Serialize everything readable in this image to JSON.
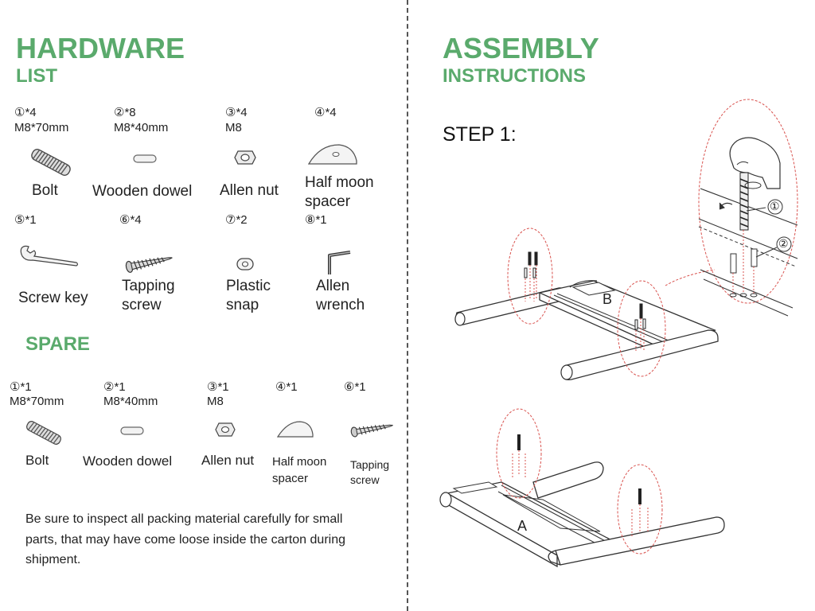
{
  "left": {
    "title_line1": "HARDWARE",
    "title_line2": "LIST",
    "hardware": [
      {
        "qty": "①*4",
        "size": "M8*70mm",
        "name": "Bolt",
        "icon": "bolt-icon"
      },
      {
        "qty": "②*8",
        "size": "M8*40mm",
        "name": "Wooden dowel",
        "icon": "dowel-icon"
      },
      {
        "qty": "③*4",
        "size": "M8",
        "name": "Allen nut",
        "icon": "nut-icon"
      },
      {
        "qty": "④*4",
        "size": "",
        "name_line1": "Half moon",
        "name_line2": "spacer",
        "icon": "half-moon-spacer-icon"
      },
      {
        "qty": "⑤*1",
        "name": "Screw key",
        "icon": "screw-key-icon"
      },
      {
        "qty": "⑥*4",
        "name_line1": "Tapping",
        "name_line2": "screw",
        "icon": "tapping-screw-icon"
      },
      {
        "qty": "⑦*2",
        "name_line1": "Plastic",
        "name_line2": "snap",
        "icon": "plastic-snap-icon"
      },
      {
        "qty": "⑧*1",
        "name_line1": "Allen",
        "name_line2": "wrench",
        "icon": "allen-wrench-icon"
      }
    ],
    "spare_title": "SPARE",
    "spare": [
      {
        "qty": "①*1",
        "size": "M8*70mm",
        "name": "Bolt"
      },
      {
        "qty": "②*1",
        "size": "M8*40mm",
        "name": "Wooden dowel"
      },
      {
        "qty": "③*1",
        "size": "M8",
        "name": "Allen nut"
      },
      {
        "qty": "④*1",
        "name_line1": "Half moon",
        "name_line2": "spacer"
      },
      {
        "qty": "⑥*1",
        "name_line1": "Tapping",
        "name_line2": "screw"
      }
    ],
    "note": "Be sure to inspect all packing material carefully for small parts, that may have come loose inside the carton during shipment."
  },
  "right": {
    "title_line1": "ASSEMBLY",
    "title_line2": "INSTRUCTIONS",
    "step": "STEP 1:",
    "callout_1": "①",
    "callout_2": "②",
    "part_b": "B",
    "part_a": "A"
  },
  "colors": {
    "title_green": "#5aaa6c",
    "callout_red": "#d9534f"
  }
}
